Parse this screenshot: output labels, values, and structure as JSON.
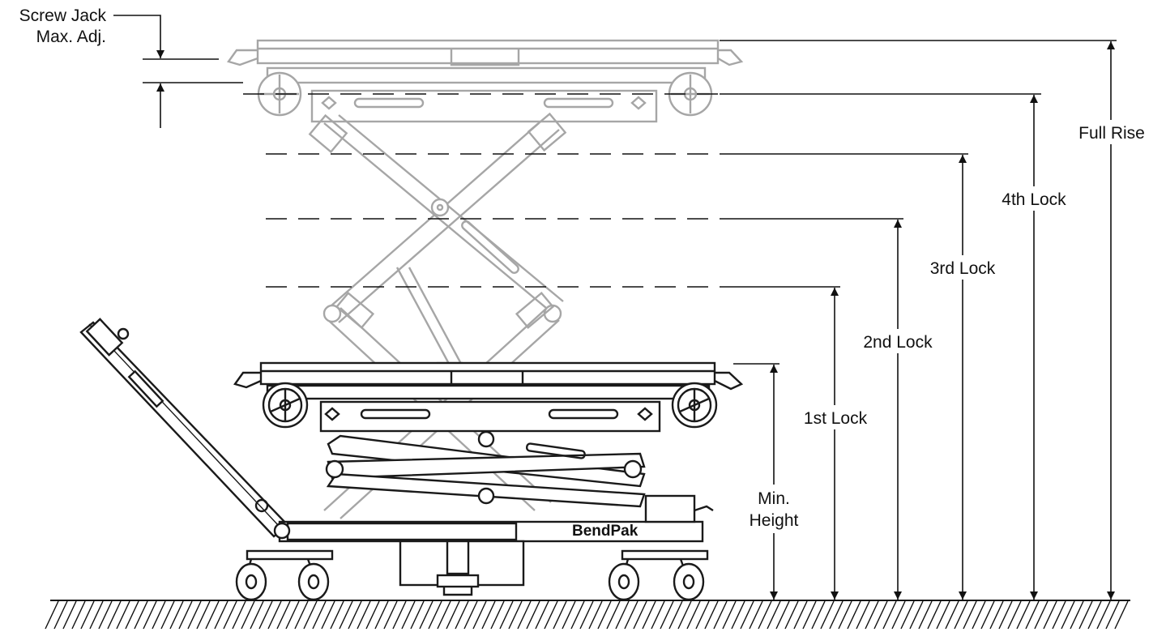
{
  "labels": {
    "screw_jack_line1": "Screw Jack",
    "screw_jack_line2": "Max. Adj.",
    "full_rise": "Full Rise",
    "lock_4": "4th Lock",
    "lock_3": "3rd Lock",
    "lock_2": "2nd Lock",
    "lock_1": "1st Lock",
    "min_height_line1": "Min.",
    "min_height_line2": "Height"
  },
  "brand": "BendPak",
  "colors": {
    "line": "#111111",
    "raised_outline": "#a6a6a6",
    "lowered_outline": "#1a1a1a"
  }
}
